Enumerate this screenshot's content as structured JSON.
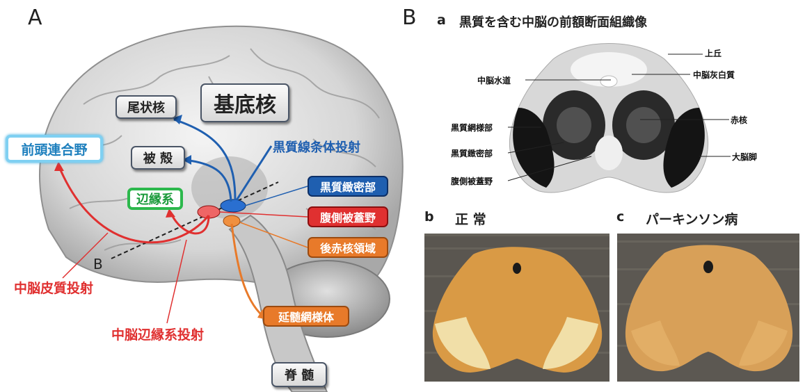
{
  "panelA": {
    "letter": "A",
    "basal_ganglia": "基底核",
    "caudate": "尾状核",
    "putamen": "被 殻",
    "prefrontal": "前頭連合野",
    "limbic": "辺縁系",
    "nigrostriatal": "黒質線条体投射",
    "snc": "黒質緻密部",
    "vta": "腹側被蓋野",
    "retrorubral": "後赤核領域",
    "medulla_reticular": "延髄網様体",
    "spinal_cord": "脊 髄",
    "mesocortical": "中脳皮質投射",
    "mesolimbic": "中脳辺縁系投射",
    "section_line_label": "B"
  },
  "panelB": {
    "letter": "B",
    "sub_a_letter": "a",
    "sub_a_title": "黒質を含む中脳の前額断面組織像",
    "labels": {
      "superior_colliculus": "上丘",
      "aqueduct": "中脳水道",
      "central_gray": "中脳灰白質",
      "red_nucleus": "赤核",
      "snr": "黒質網様部",
      "snc": "黒質緻密部",
      "peduncle": "大脳脚",
      "vta": "腹側被蓋野"
    },
    "sub_b_letter": "b",
    "sub_b_title": "正 常",
    "sub_c_letter": "c",
    "sub_c_title": "パーキンソン病"
  },
  "colors": {
    "blue": "#1f5fb0",
    "red": "#e03030",
    "orange": "#e87a2a",
    "cyan": "#3aaee0",
    "green": "#1a9a3a"
  }
}
